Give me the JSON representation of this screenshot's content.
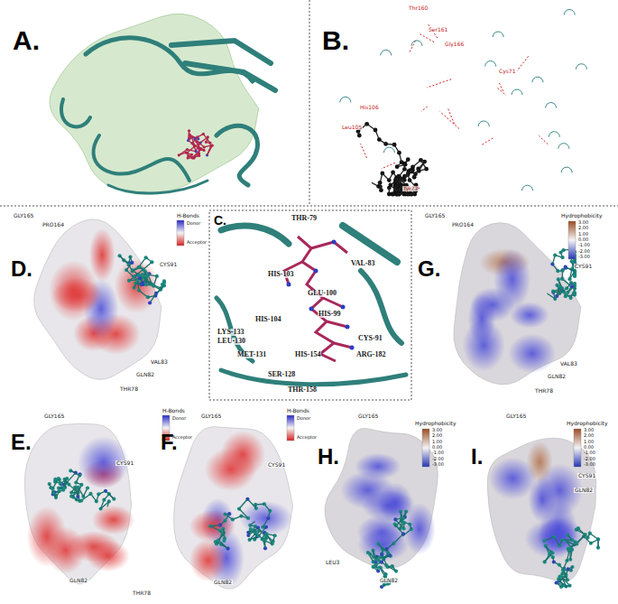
{
  "diagram": {
    "labels": [
      "A.",
      "B.",
      "C.",
      "D.",
      "E.",
      "F.",
      "G.",
      "H.",
      "I.",
      "THR-79",
      "VAL-83",
      "HIS-103",
      "GLU-100",
      "HIS-99",
      "CYS-91",
      "HIS-104",
      "LYS-133",
      "LEU-130",
      "MET-131",
      "HIS-154",
      "ARG-182",
      "SER-128",
      "THR-158",
      "Thr160",
      "Gly166",
      "Cys71",
      "Tyr73",
      "His106",
      "Leu105",
      "Ser161",
      "H-Bonds",
      "Donor",
      "Acceptor",
      "H-Bonds",
      "Donor",
      "Acceptor",
      "H-Bonds",
      "Donor",
      "Acceptor",
      "Hydrophobicity",
      "3.00",
      "2.00",
      "1.00",
      "0.00",
      "-1.00",
      "-2.00",
      "-3.00",
      "Hydrophobicity",
      "3.00",
      "2.00",
      "1.00",
      "0.00",
      "-1.00",
      "-2.00",
      "-3.00",
      "Hydrophobicity",
      "3.00",
      "2.00",
      "1.00",
      "0.00",
      "-1.00",
      "-2.00",
      "-3.00",
      "GLY165",
      "PRO164",
      "CYS91",
      "VAL83",
      "GLN82",
      "THR78",
      "GLY165",
      "PRO164",
      "CYS91",
      "VAL83",
      "GLN82",
      "THR78",
      "GLY165",
      "CYS91",
      "GLN82",
      "THR78",
      "GLY165",
      "CYS91",
      "GLN82",
      "GLY165",
      "GLN82",
      "LEU3",
      "GLY165",
      "CYS91",
      "GLN82"
    ]
  }
}
